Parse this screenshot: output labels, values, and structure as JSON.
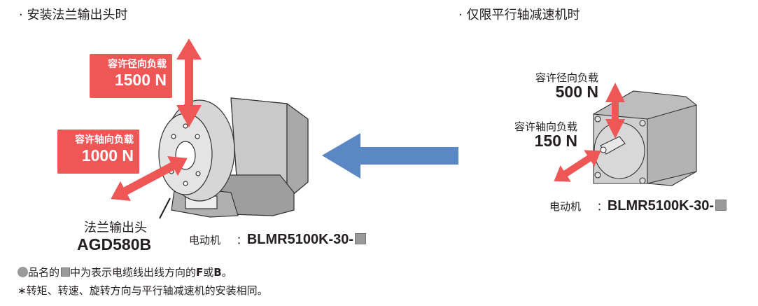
{
  "left": {
    "heading": "· 安装法兰输出头时",
    "radial_load": {
      "label": "容许径向负载",
      "value": "1500 N"
    },
    "axial_load": {
      "label": "容许轴向负载",
      "value": "1000 N"
    },
    "flange_label": "法兰输出头",
    "flange_model": "AGD580B",
    "motor_label": "电动机",
    "motor_sep": "：",
    "motor_model": "BLMR5100K-30-"
  },
  "right": {
    "heading": "· 仅限平行轴减速机时",
    "radial_load": {
      "label": "容许径向负载",
      "value": "500 N"
    },
    "axial_load": {
      "label": "容许轴向负载",
      "value": "150 N"
    },
    "motor_label": "电动机",
    "motor_sep": "：",
    "motor_model": "BLMR5100K-30-"
  },
  "notes": {
    "line1_a": "品名的",
    "line1_b": "中为表示电缆线出线方向的",
    "line1_f": "F",
    "line1_or": "或",
    "line1_bb": "B",
    "line1_end": "。",
    "line2": "∗转矩、转速、旋转方向与平行轴减速机的安装相同。"
  },
  "colors": {
    "load_red": "#ef5757",
    "arrow_blue": "#5b87c5",
    "motor_grey": "#c8c8c8"
  }
}
